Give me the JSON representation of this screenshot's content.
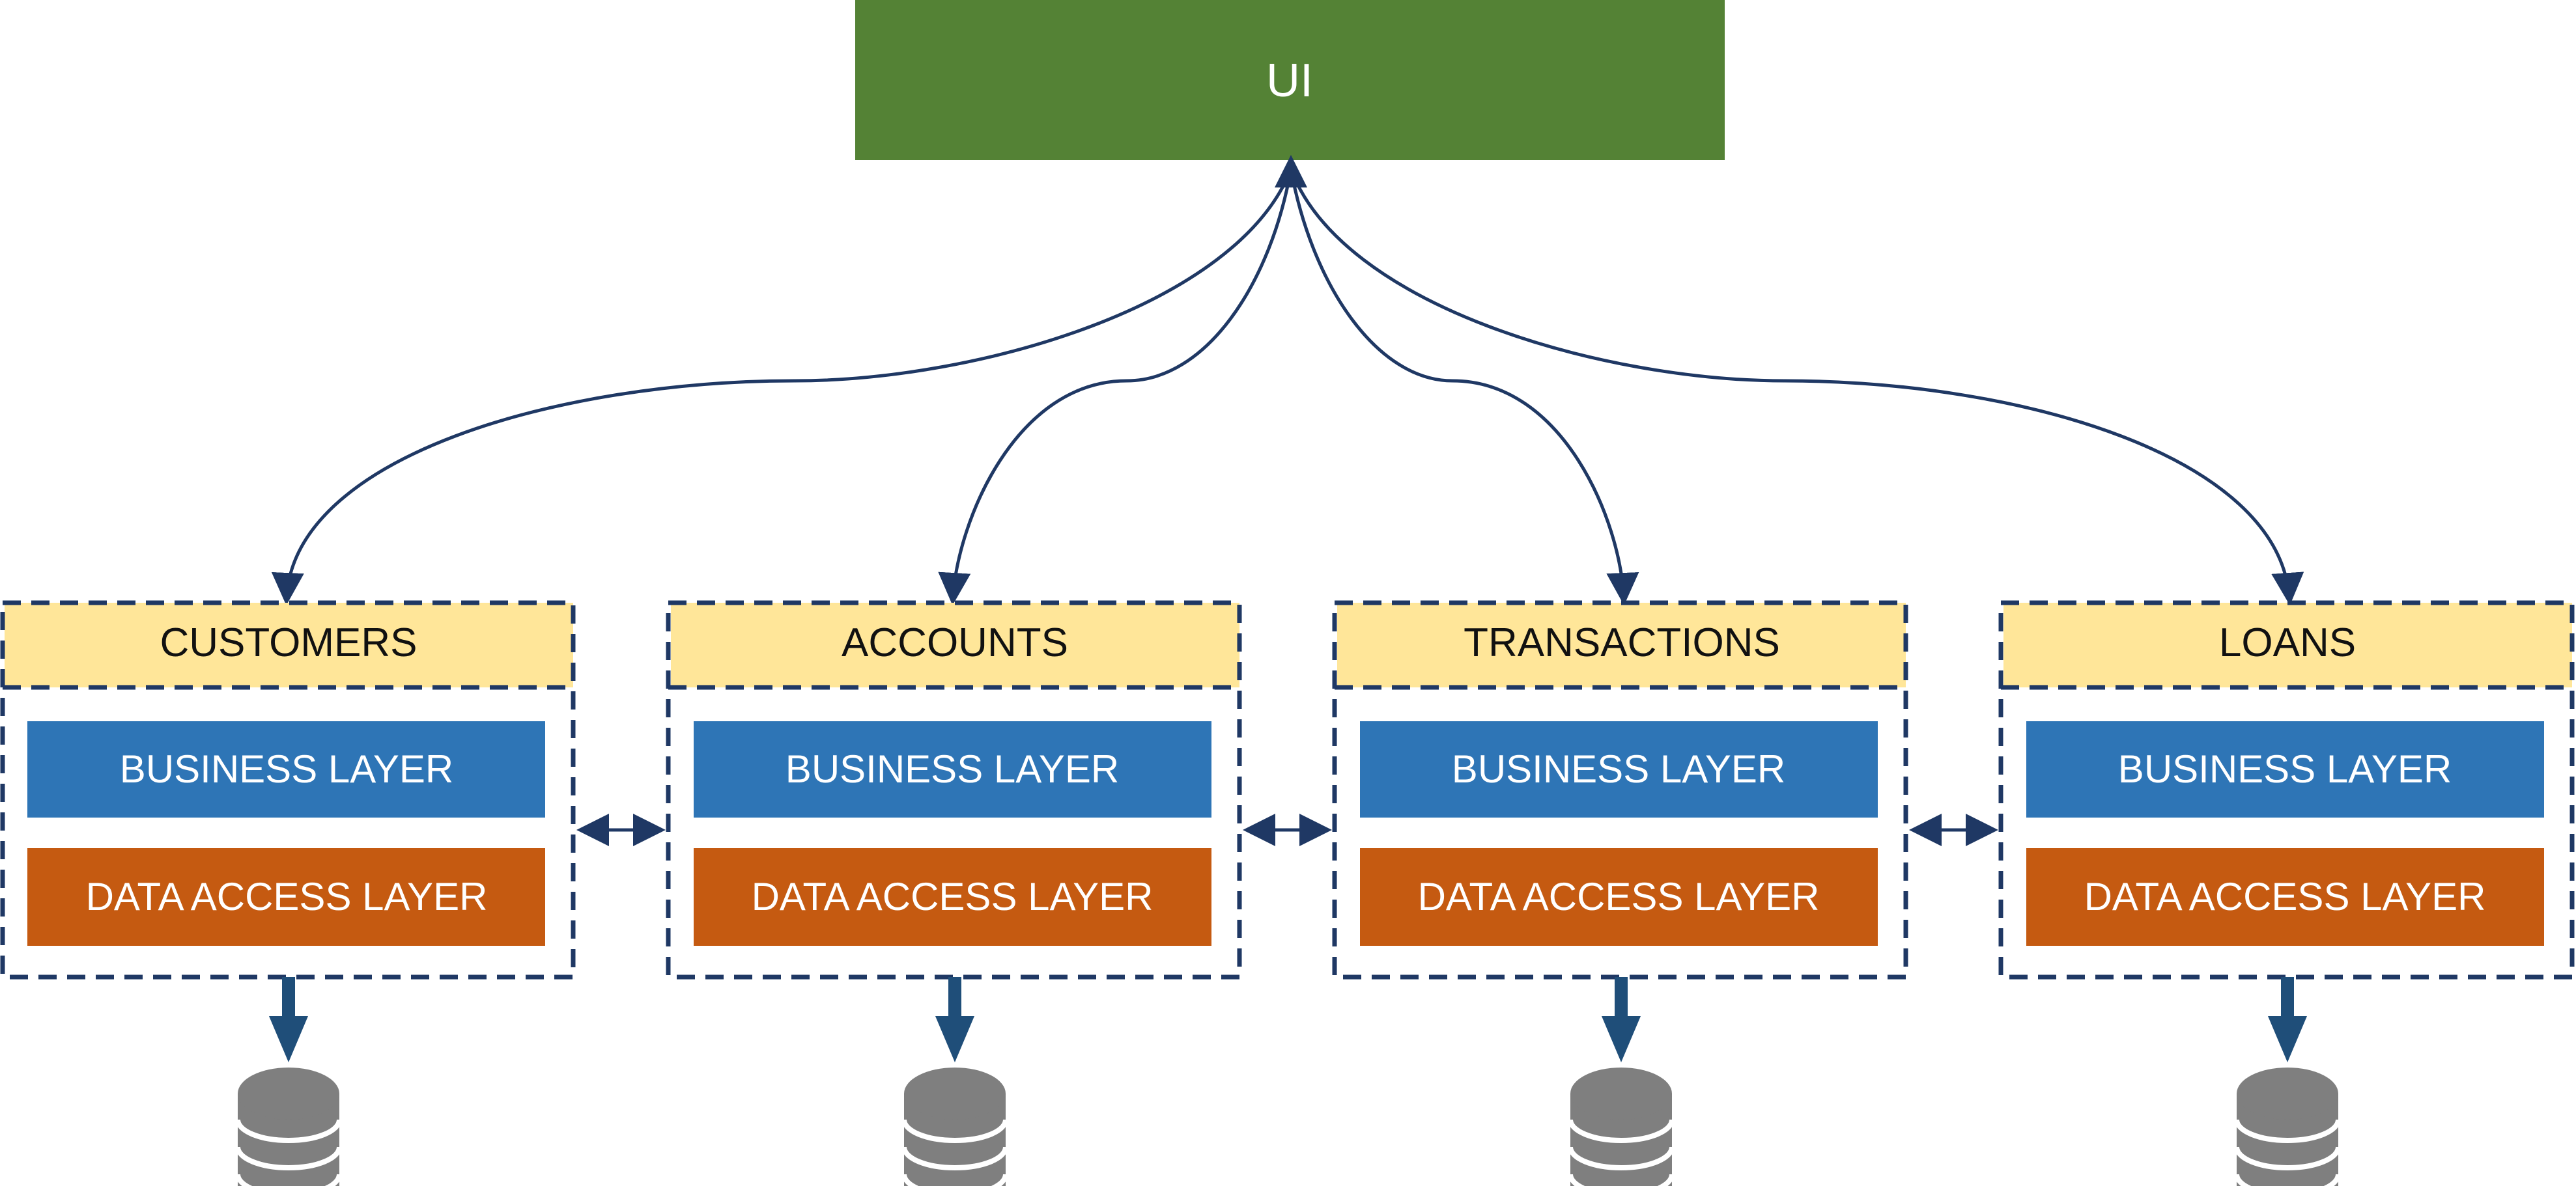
{
  "ui": {
    "label": "UI"
  },
  "services": [
    {
      "name": "CUSTOMERS",
      "business": "BUSINESS LAYER",
      "data_access": "DATA ACCESS LAYER",
      "database_icon": "database-icon"
    },
    {
      "name": "ACCOUNTS",
      "business": "BUSINESS LAYER",
      "data_access": "DATA ACCESS LAYER",
      "database_icon": "database-icon"
    },
    {
      "name": "TRANSACTIONS",
      "business": "BUSINESS LAYER",
      "data_access": "DATA ACCESS LAYER",
      "database_icon": "database-icon"
    },
    {
      "name": "LOANS",
      "business": "BUSINESS LAYER",
      "data_access": "DATA ACCESS LAYER",
      "database_icon": "database-icon"
    }
  ],
  "colors": {
    "ui": "#548235",
    "header": "#FFE699",
    "business": "#2E75B6",
    "data_access": "#C55A11",
    "border": "#1F3864",
    "arrow": "#1F4E79",
    "database": "#7F7F7F"
  }
}
